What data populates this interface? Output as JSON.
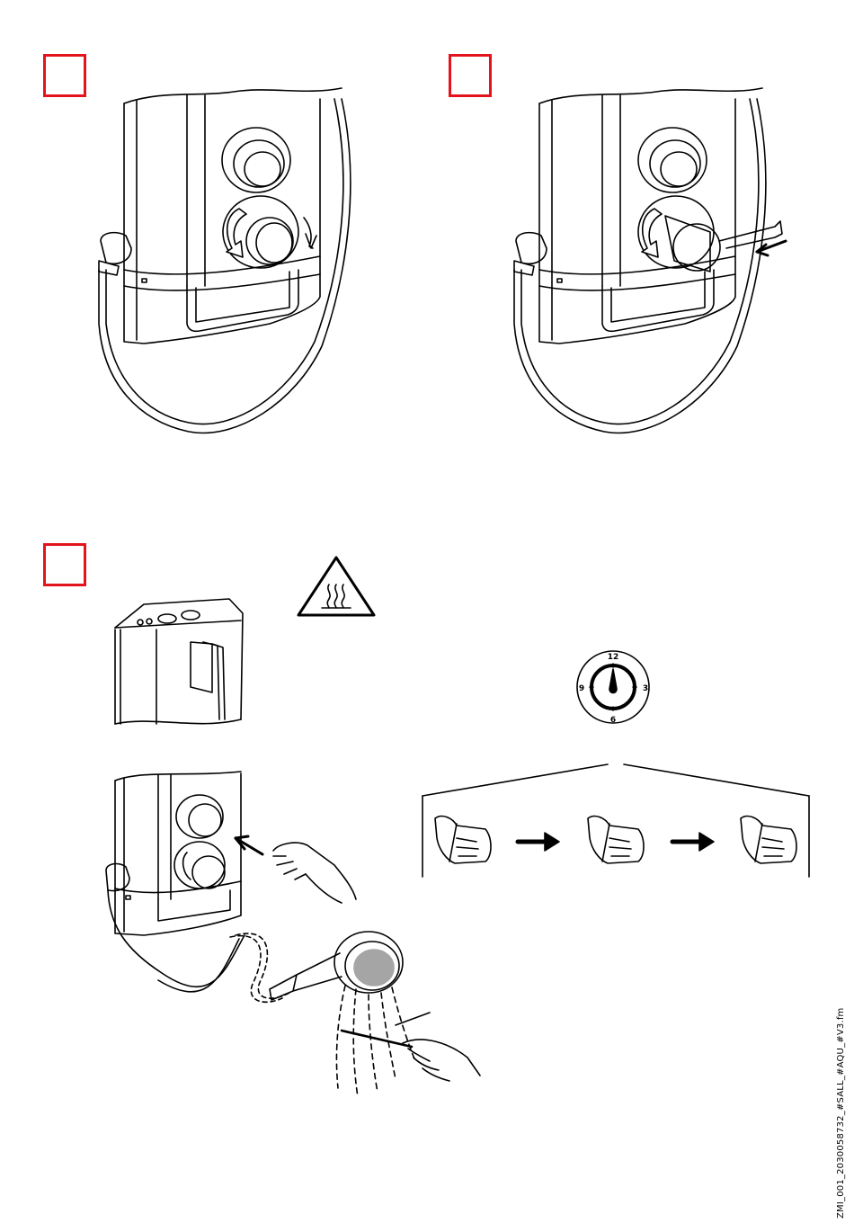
{
  "steps": [
    {
      "id": "step-1",
      "number": ""
    },
    {
      "id": "step-2",
      "number": ""
    },
    {
      "id": "step-3",
      "number": ""
    }
  ],
  "warning": {
    "icon": "hot-surface-warning-icon"
  },
  "dial": {
    "labels": {
      "top": "12",
      "right": "3",
      "bottom": "6",
      "left": "9"
    }
  },
  "hand_sequence": {
    "icons": [
      "hand-thumb-icon",
      "arrow-right-icon",
      "hand-thumb-icon",
      "arrow-right-icon",
      "hand-thumb-icon"
    ]
  },
  "footer": {
    "file_label": "ZMI_001_2030058732_#SALL_#AQU_#V3.fm"
  },
  "colors": {
    "step_box": "#e3141b",
    "line": "#000000"
  }
}
